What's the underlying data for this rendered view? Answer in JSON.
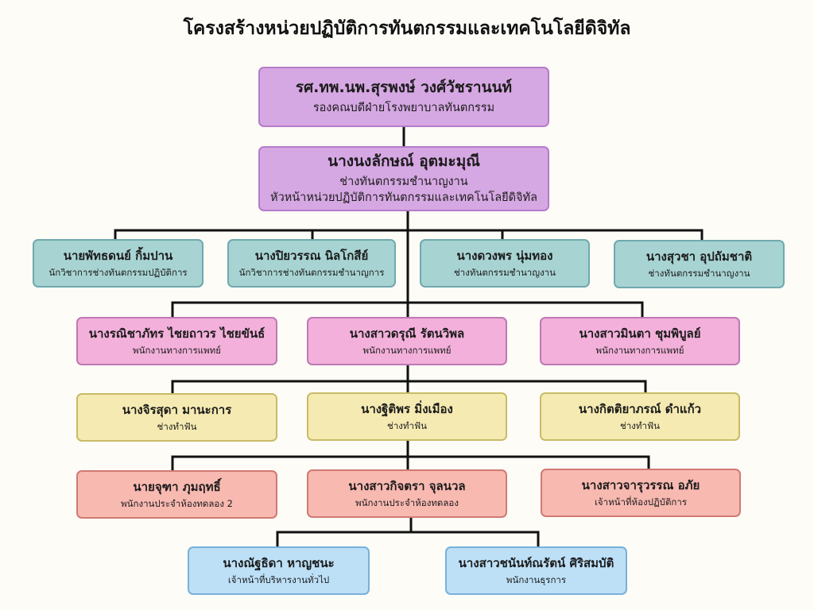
{
  "title": "โครงสร้างหน่วยปฏิบัติการทันตกรรมและเทคโนโลยีดิจิทัล",
  "head": {
    "name": "รศ.ทพ.นพ.สุรพงษ์ วงศ์วัชรานนท์",
    "roles": [
      "รองคณบดีฝ่ายโรงพยาบาลทันตกรรม"
    ]
  },
  "chief": {
    "name": "นางนงลักษณ์ อุตมะมุณี",
    "roles": [
      "ช่างทันตกรรมชำนาญงาน",
      "หัวหน้าหน่วยปฏิบัติการทันตกรรมและเทคโนโลยีดิจิทัล"
    ]
  },
  "level3": [
    {
      "name": "นายพัทธดนย์ กิ้มปาน",
      "role": "นักวิชาการช่างทันตกรรมปฏิบัติการ"
    },
    {
      "name": "นางปิยวรรณ นิลโกสีย์",
      "role": "นักวิชาการช่างทันตกรรมชำนาญการ"
    },
    {
      "name": "นางดวงพร นุ่มทอง",
      "role": "ช่างทันตกรรมชำนาญงาน"
    },
    {
      "name": "นางสุวชา อุปถัมชาติ",
      "role": "ช่างทันตกรรมชำนาญงาน"
    }
  ],
  "level4": [
    {
      "name": "นางรณิชาภัทร ไชยถาวร ไชยขันธ์",
      "role": "พนักงานทางการแพทย์"
    },
    {
      "name": "นางสาวดรุณี รัตนวิพล",
      "role": "พนักงานทางการแพทย์"
    },
    {
      "name": "นางสาวมินตา ชุมพิบูลย์",
      "role": "พนักงานทางการแพทย์"
    }
  ],
  "level5": [
    {
      "name": "นางจิรสุดา มานะการ",
      "role": "ช่างทำฟัน"
    },
    {
      "name": "นางฐิติพร มิ่งเมือง",
      "role": "ช่างทำฟัน"
    },
    {
      "name": "นางกิตติยาภรณ์ ดำแก้ว",
      "role": "ช่างทำฟัน"
    }
  ],
  "level6": [
    {
      "name": "นายจุฑา ภุมฤทธิ์",
      "role": "พนักงานประจำห้องทดลอง 2"
    },
    {
      "name": "นางสาวกิจตรา จุลนวล",
      "role": "พนักงานประจำห้องทดลอง"
    },
    {
      "name": "นางสาวจารุวรรณ อภัย",
      "role": "เจ้าหน้าที่ห้องปฏิบัติการ"
    }
  ],
  "level7": [
    {
      "name": "นางณัฐธิดา หาญชนะ",
      "role": "เจ้าหน้าที่บริหารงานทั่วไป"
    },
    {
      "name": "นางสาวชนันท์ณรัตน์ ศิริสมบัติ",
      "role": "พนักงานธุรการ"
    }
  ],
  "colors": {
    "purple": "#d6a8e3",
    "teal": "#a8d3d3",
    "pink": "#f2b0da",
    "yellow": "#f5eab2",
    "salmon": "#f8b9b1",
    "blue": "#bde0f7"
  }
}
